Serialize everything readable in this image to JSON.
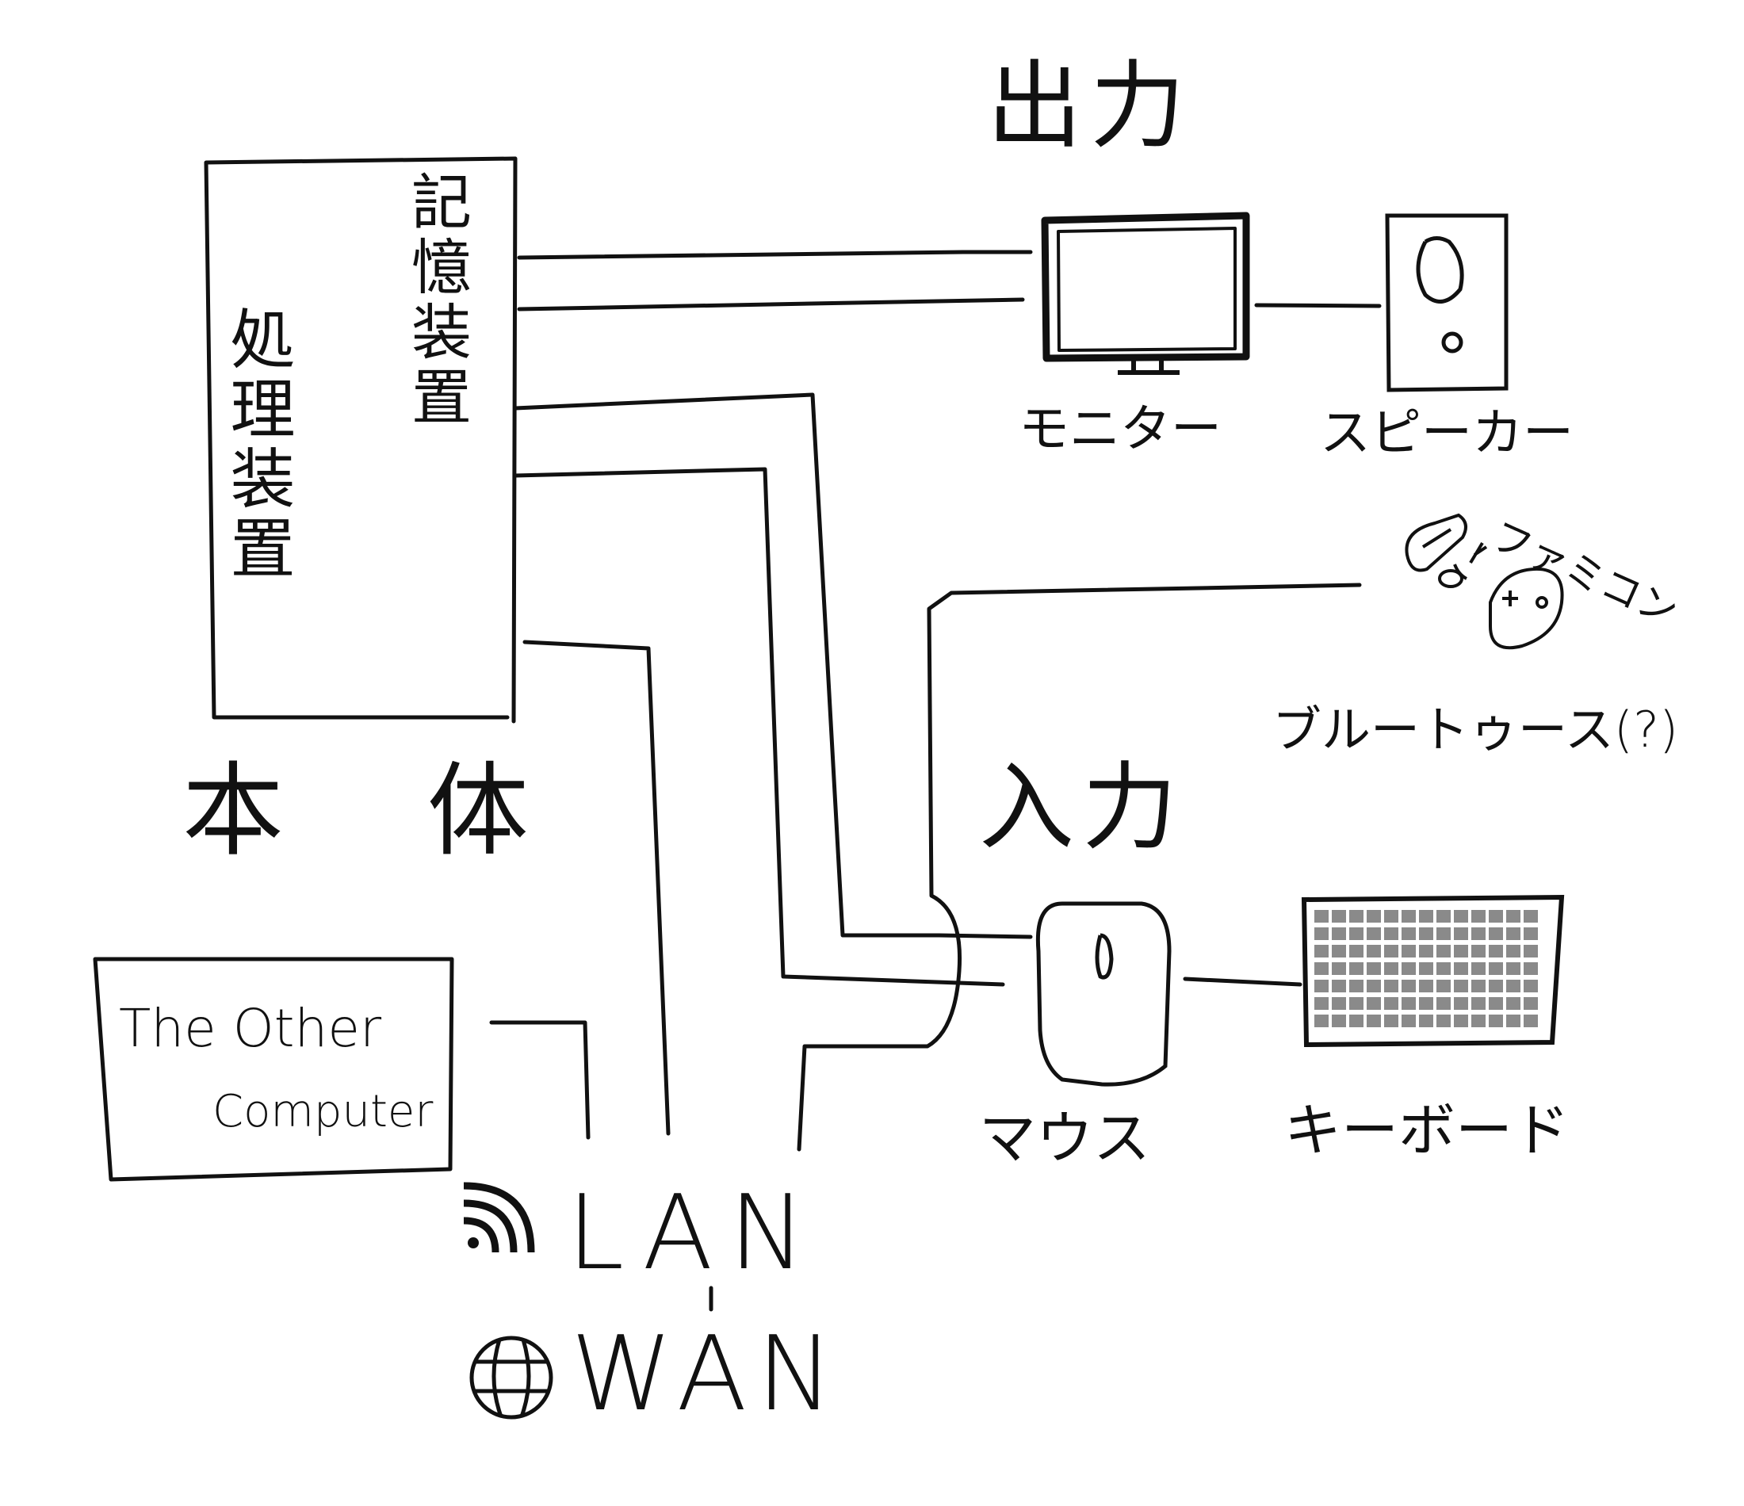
{
  "labels": {
    "processing_unit": "処理装置",
    "storage_unit": "記憶装置",
    "main_unit": "本 体",
    "output": "出力",
    "input": "入力",
    "monitor": "モニター",
    "speaker": "スピーカー",
    "bluetooth": "ブルートゥース(?)",
    "famicom": "ファミコン",
    "mouse": "マウス",
    "keyboard": "キーボード",
    "other_computer_line1": "The Other",
    "other_computer_line2": "Computer",
    "lan": "LAN",
    "wan": "WAN"
  },
  "icons": {
    "lan": "wifi-icon",
    "wan": "globe-icon",
    "monitor": "monitor-icon",
    "speaker": "speaker-icon",
    "mouse": "mouse-icon",
    "keyboard": "keyboard-icon",
    "controller": "game-controller-icon"
  },
  "colors": {
    "ink": "#111111",
    "key_fill": "#8a8a8a",
    "background": "#ffffff"
  }
}
